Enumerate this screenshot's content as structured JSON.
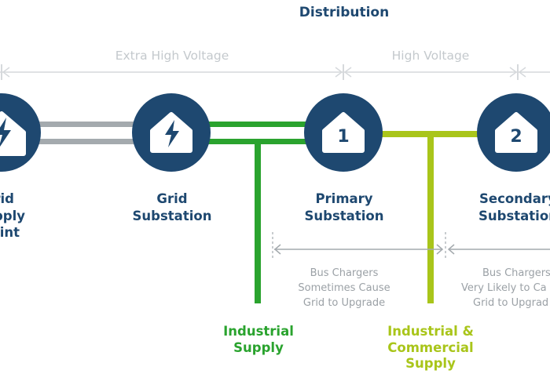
{
  "title": "Distribution",
  "voltage_bands": {
    "extra_high": "Extra High Voltage",
    "high": "High Voltage"
  },
  "nodes": {
    "grid_supply_point": {
      "line1": "rid",
      "line2": "pply",
      "line3": "int"
    },
    "grid_substation": {
      "line1": "Grid",
      "line2": "Substation"
    },
    "primary_substation": {
      "number": "1",
      "line1": "Primary",
      "line2": "Substation"
    },
    "secondary_substation": {
      "number": "2",
      "line1": "Secondary",
      "line2": "Substation"
    }
  },
  "supplies": {
    "industrial": {
      "line1": "Industrial",
      "line2": "Supply"
    },
    "industrial_commercial": {
      "line1": "Industrial &",
      "line2": "Commercial",
      "line3": "Supply"
    }
  },
  "notes": {
    "primary": {
      "line1": "Bus Chargers",
      "line2": "Sometimes Cause",
      "line3": "Grid to Upgrade"
    },
    "secondary": {
      "line1": "Bus Chargers",
      "line2": "Very Likely to Ca",
      "line3": "Grid to Upgrad"
    }
  },
  "colors": {
    "navy": "#1e4870",
    "green": "#2aa32e",
    "lime": "#a9c51a",
    "grey_line": "#a4aaae",
    "light_grey": "#d6d9dc"
  },
  "icons": {
    "bolt": "lightning-bolt-icon",
    "house": "house-icon"
  }
}
